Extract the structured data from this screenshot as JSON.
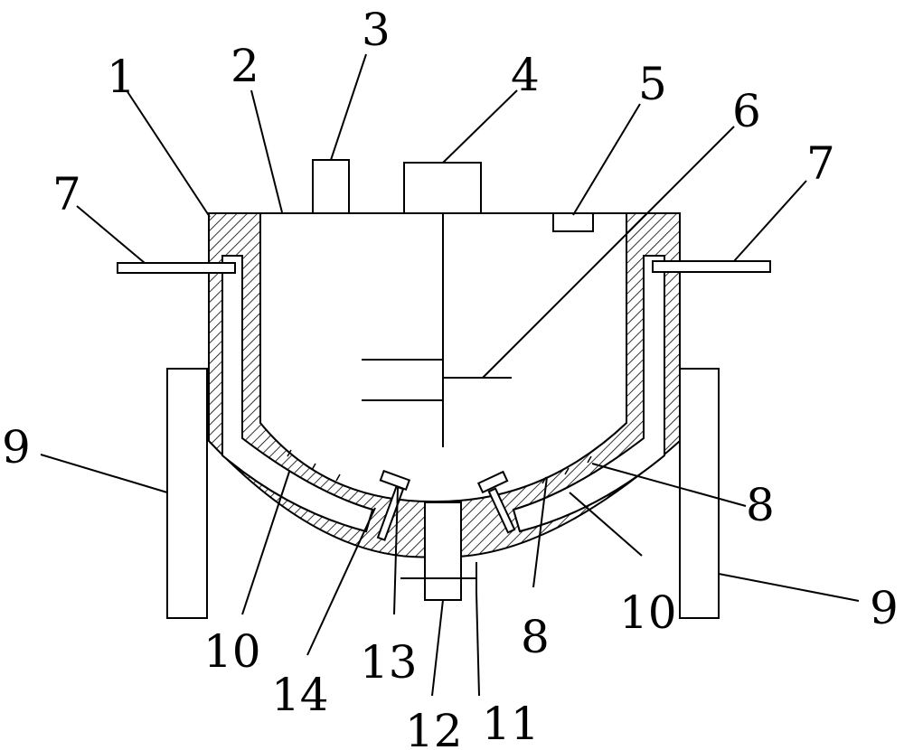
{
  "labels": {
    "l1": "1",
    "l2": "2",
    "l3": "3",
    "l4": "4",
    "l5": "5",
    "l6": "6",
    "l7_left": "7",
    "l7_right": "7",
    "l8_right": "8",
    "l8_bottom": "8",
    "l9_left": "9",
    "l9_right": "9",
    "l10_left": "10",
    "l10_right": "10",
    "l11": "11",
    "l12": "12",
    "l13": "13",
    "l14": "14"
  },
  "colors": {
    "stroke": "#000000",
    "background": "#ffffff",
    "hatch": "#000000"
  }
}
